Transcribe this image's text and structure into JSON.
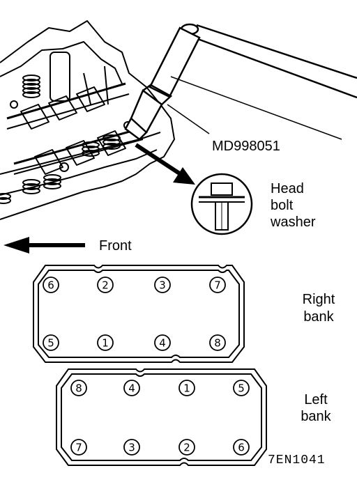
{
  "tool_label": "MD998051",
  "callout": {
    "line1": "Head",
    "line2": "bolt",
    "line3": "washer"
  },
  "direction_label": "Front",
  "right_bank": {
    "line1": "Right",
    "line2": "bank",
    "top_row": [
      "6",
      "2",
      "3",
      "7"
    ],
    "bottom_row": [
      "5",
      "1",
      "4",
      "8"
    ]
  },
  "left_bank": {
    "line1": "Left",
    "line2": "bank",
    "top_row": [
      "8",
      "4",
      "1",
      "5"
    ],
    "bottom_row": [
      "7",
      "3",
      "2",
      "6"
    ]
  },
  "figure_code": "7EN1041",
  "colors": {
    "ink": "#000000",
    "paper": "#ffffff"
  }
}
